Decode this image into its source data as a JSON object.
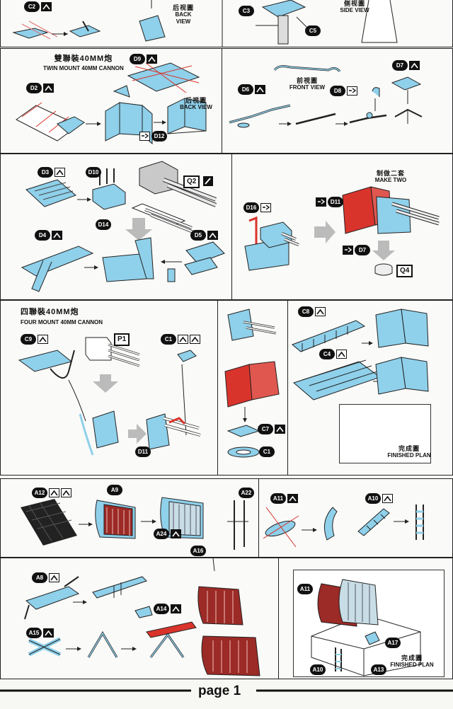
{
  "colors": {
    "part_blue": "#8fd0ea",
    "part_red": "#d9342b",
    "resin_gray": "#c9c9c9",
    "line": "#222222"
  },
  "icons": {
    "fold": "fold-up-icon",
    "flip": "flip-part-icon",
    "pen": "pen-icon"
  },
  "panel0": {
    "c2": "C2",
    "c3": "C3",
    "c5": "C5",
    "back_cn": "后视圖",
    "back_en": "BACK VIEW",
    "side_cn": "侧视圖",
    "side_en": "SIDE VIEW"
  },
  "panel1": {
    "title_cn": "雙聯裝40MM炮",
    "title_en": "TWIN MOUNT 40MM CANNON",
    "d9": "D9",
    "d2": "D2",
    "back_cn": "后視圖",
    "back_en": "BACK VIEW",
    "d12": "D12"
  },
  "panel2": {
    "front_cn": "前視圖",
    "front_en": "FRONT VIEW",
    "d6": "D6",
    "d8": "D8",
    "d7": "D7"
  },
  "panel3": {
    "d3": "D3",
    "d10": "D10",
    "q2": "Q2",
    "d14": "D14",
    "d4": "D4",
    "d5": "D5"
  },
  "panel4": {
    "make_cn": "制做二套",
    "make_en": "MAKE TWO",
    "d16": "D16",
    "d11": "D11",
    "d7": "D7",
    "q4": "Q4"
  },
  "panel5": {
    "title_cn": "四聯裝40MM炮",
    "title_en": "FOUR MOUNT 40MM CANNON",
    "c9": "C9",
    "p1": "P1",
    "c1": "C1",
    "d11": "D11"
  },
  "panel6": {
    "c7": "C7",
    "c1": "C1"
  },
  "panel7": {
    "c8": "C8",
    "c4": "C4",
    "finished_cn": "完成圖",
    "finished_en": "FINISHED PLAN"
  },
  "panel8": {
    "a12": "A12",
    "a9": "A9",
    "a22": "A22",
    "a24": "A24",
    "a16": "A16"
  },
  "panel9": {
    "a11": "A11",
    "a10": "A10"
  },
  "panel10": {
    "a8": "A8",
    "a14": "A14",
    "a15": "A15"
  },
  "panel11": {
    "a11": "A11",
    "a17": "A17",
    "finished_cn": "完成圖",
    "finished_en": "FINISHED PLAN",
    "a10": "A10",
    "a13": "A13"
  },
  "footer": {
    "page_label": "page 1"
  }
}
